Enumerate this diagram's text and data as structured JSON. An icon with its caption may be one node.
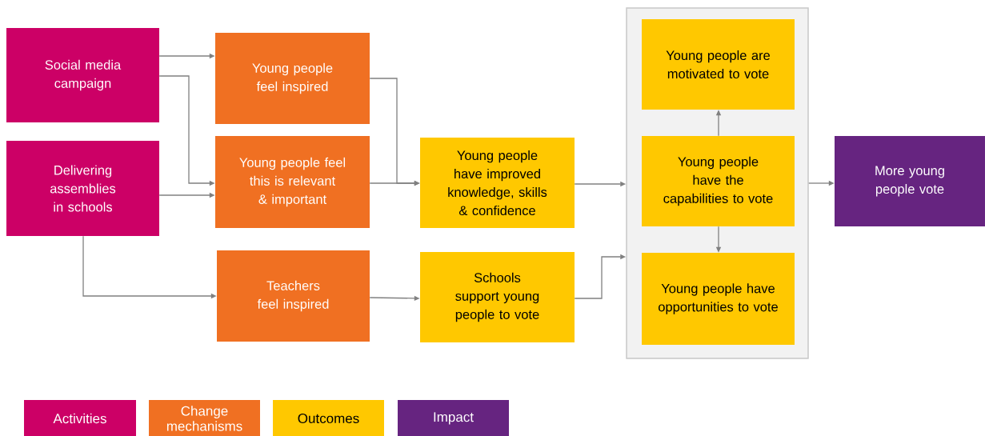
{
  "diagram": {
    "nodes": [
      {
        "text": [
          "Social media campaign"
        ]
      },
      {
        "text": [
          "Delivering assemblies in schools"
        ]
      },
      {
        "text": [
          "Young people feel inspired"
        ]
      },
      {
        "text": [
          "Young people feel this is relevant & important"
        ]
      },
      {
        "text": [
          "Teachers feel inspired"
        ]
      },
      {
        "text": [
          "Young people have improved knowledge, skills & confidence"
        ]
      },
      {
        "text": [
          "Schools support young people to vote"
        ]
      },
      {
        "text": [],
        "shape": "box"
      },
      {
        "text": [
          "Young people are motivated to vote"
        ],
        "in": 7
      },
      {
        "text": [
          "Young people have the capabilities to vote"
        ],
        "in": 7
      },
      {
        "text": [
          "Young people have opportunities to vote"
        ],
        "in": 7
      },
      {
        "text": [
          "More young people vote"
        ]
      }
    ],
    "edges": [
      {
        "from": 0,
        "to": 2,
        "arrow": "to"
      },
      {
        "from": 0,
        "to": 3,
        "arrow": "to"
      },
      {
        "from": 1,
        "to": 3,
        "arrow": "to"
      },
      {
        "from": 1,
        "to": 4,
        "arrow": "to"
      },
      {
        "from": 2,
        "to": 5,
        "arrow": "to"
      },
      {
        "from": 3,
        "to": 5,
        "arrow": "to"
      },
      {
        "from": 4,
        "to": 6,
        "arrow": "to"
      },
      {
        "from": 5,
        "to": 7,
        "arrow": "to"
      },
      {
        "from": 6,
        "to": 7,
        "arrow": "to"
      },
      {
        "from": 9,
        "to": 8,
        "arrow": "to"
      },
      {
        "from": 9,
        "to": 10,
        "arrow": "to"
      },
      {
        "from": 7,
        "to": 11,
        "arrow": "to"
      }
    ],
    "legend": [
      {
        "text": "Activities",
        "color": "#cc0066"
      },
      {
        "text": "Change mechanisms",
        "color": "#f07022"
      },
      {
        "text": "Outcomes",
        "color": "#ffc800"
      },
      {
        "text": "Impact",
        "color": "#662480"
      }
    ]
  }
}
